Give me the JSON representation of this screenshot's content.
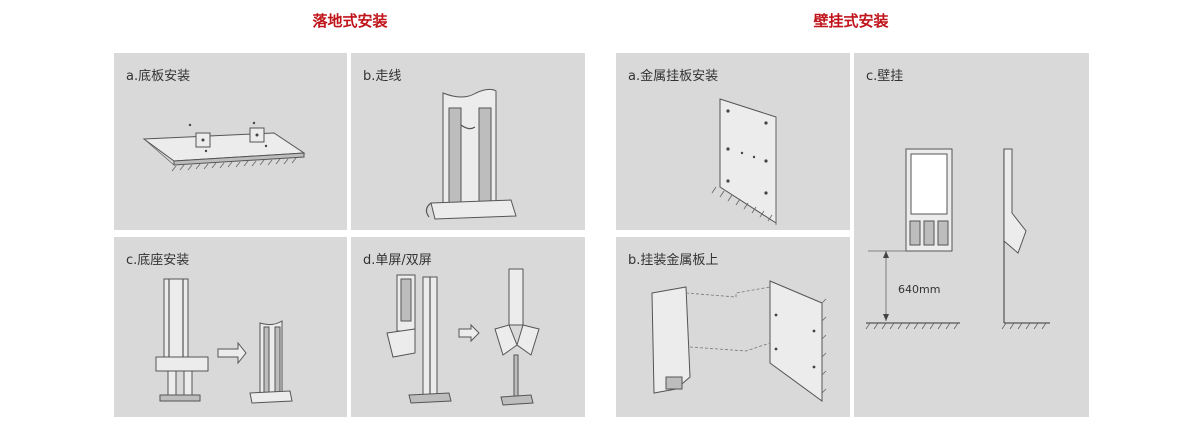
{
  "floor_section": {
    "title": "落地式安装"
  },
  "wall_section": {
    "title": "壁挂式安装"
  },
  "panels": {
    "floor_a": {
      "label": "a.底板安装"
    },
    "floor_b": {
      "label": "b.走线"
    },
    "floor_c": {
      "label": "c.底座安装"
    },
    "floor_d": {
      "label": "d.单屏/双屏"
    },
    "wall_a": {
      "label": "a.金属挂板安装"
    },
    "wall_b": {
      "label": "b.挂装金属板上"
    },
    "wall_c": {
      "label": "c.壁挂"
    }
  },
  "dimension": {
    "height_label": "640mm"
  }
}
